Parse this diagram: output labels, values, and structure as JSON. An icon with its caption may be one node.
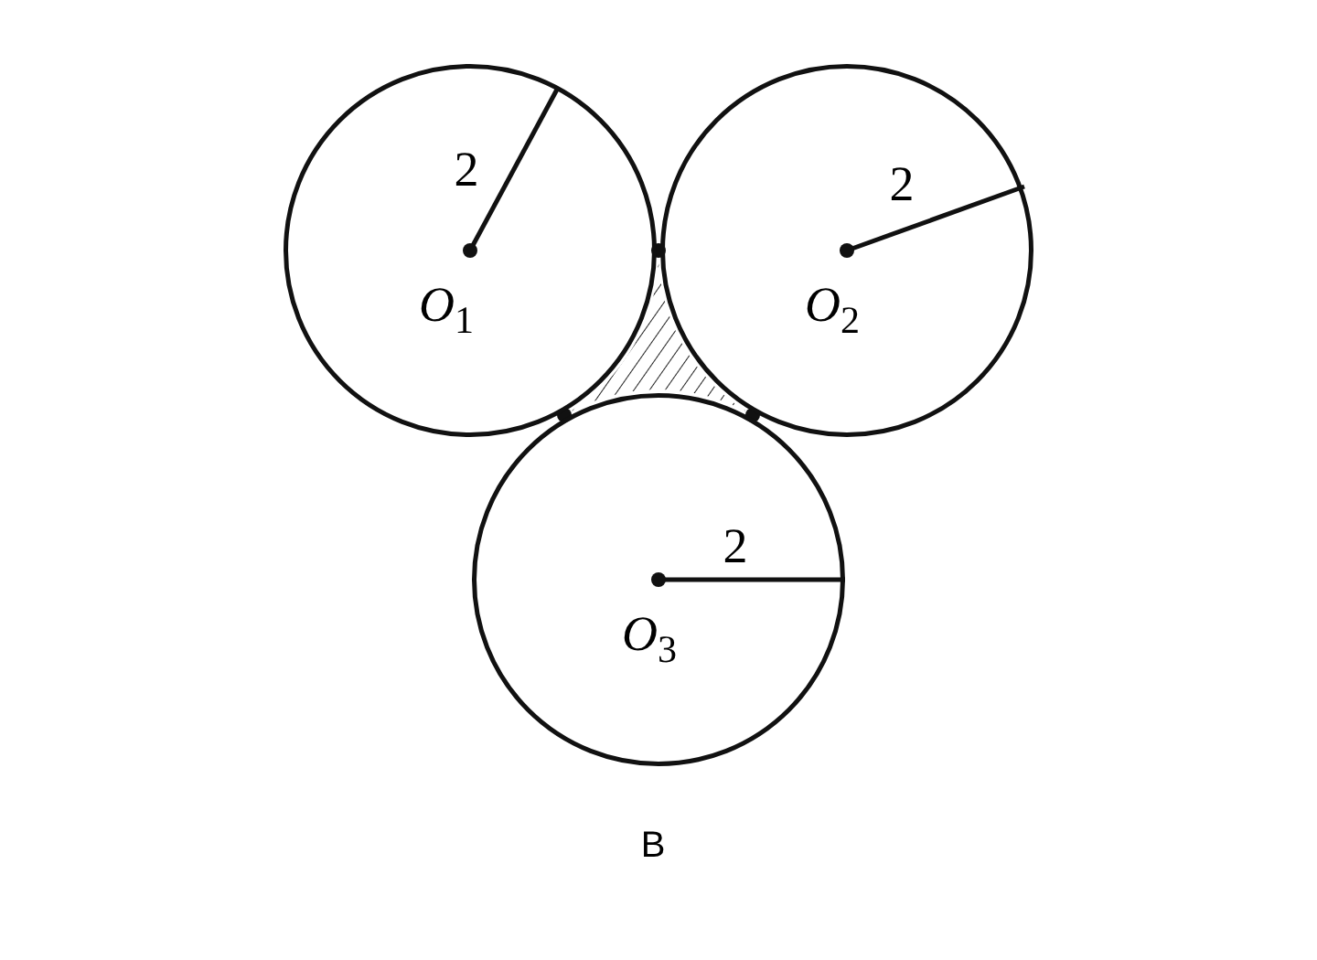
{
  "diagram": {
    "caption": "B",
    "nodes": [
      {
        "text": [
          "2",
          "*O*$_{1}$"
        ]
      },
      {
        "text": [
          "2",
          "*O*$_{2}$"
        ]
      },
      {
        "text": [
          "2",
          "*O*$_{3}$"
        ]
      }
    ],
    "edges": []
  }
}
